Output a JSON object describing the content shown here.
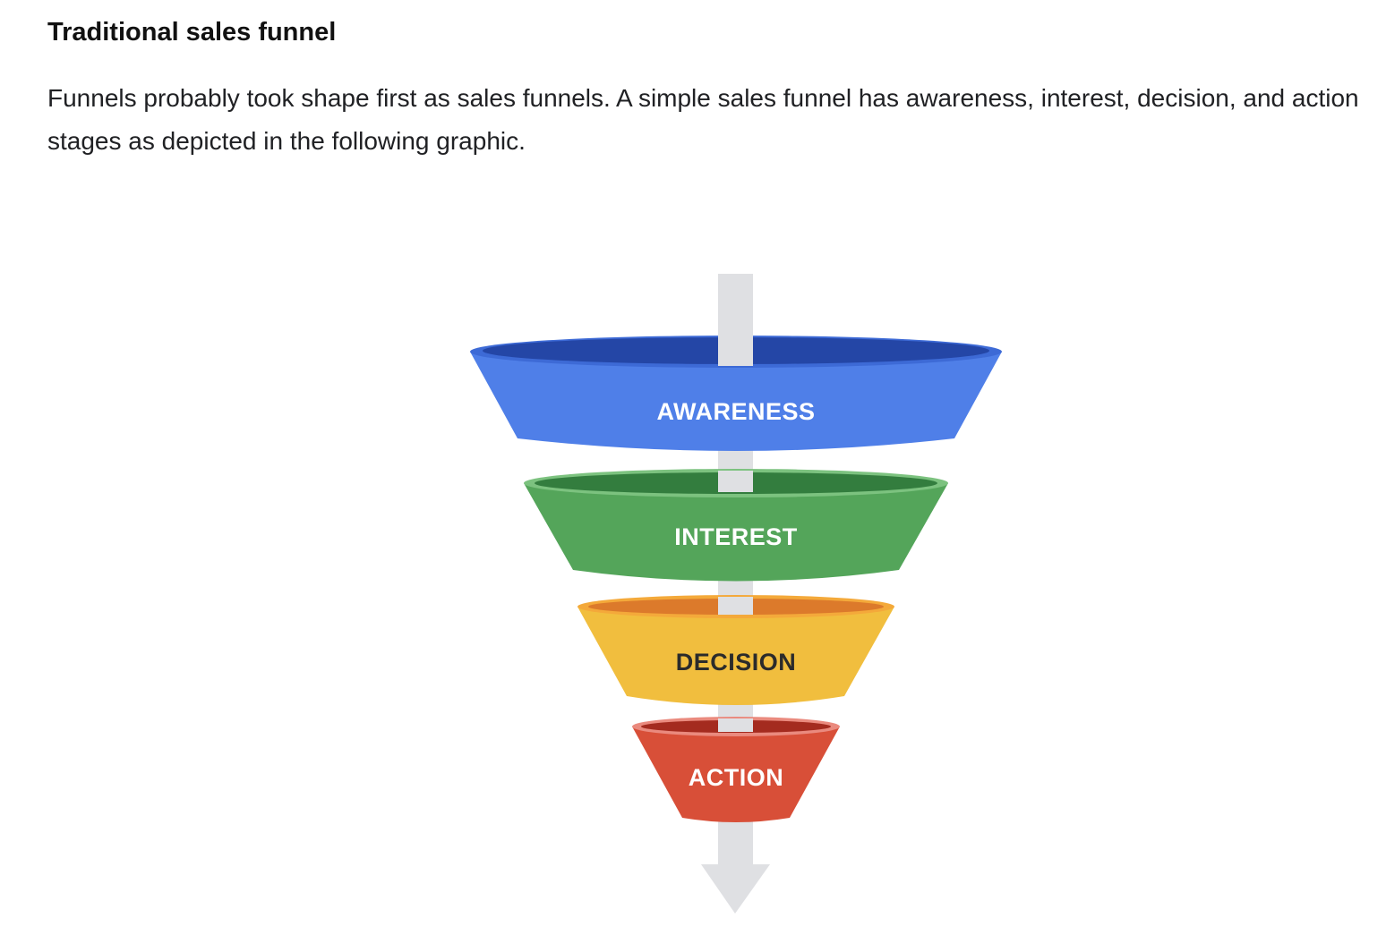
{
  "article": {
    "heading": "Traditional sales funnel",
    "paragraph": "Funnels probably took shape first as sales funnels. A simple sales funnel has awareness, interest, decision, and action stages as depicted in the following graphic."
  },
  "funnel": {
    "arrow_color": "#dfe0e3",
    "stages": [
      {
        "label": "AWARENESS",
        "body_color": "#4f7fe8",
        "rim_color": "#3d6ad6",
        "inner_color": "#2446a6",
        "text_color": "#ffffff"
      },
      {
        "label": "INTEREST",
        "body_color": "#54a55a",
        "rim_color": "#7cc27f",
        "inner_color": "#337d3e",
        "text_color": "#ffffff"
      },
      {
        "label": "DECISION",
        "body_color": "#f1be3e",
        "rim_color": "#f4a93a",
        "inner_color": "#dc7a2b",
        "text_color": "#2b2b2b"
      },
      {
        "label": "ACTION",
        "body_color": "#d84f38",
        "rim_color": "#ea8a7e",
        "inner_color": "#a42b1f",
        "text_color": "#ffffff"
      }
    ]
  }
}
